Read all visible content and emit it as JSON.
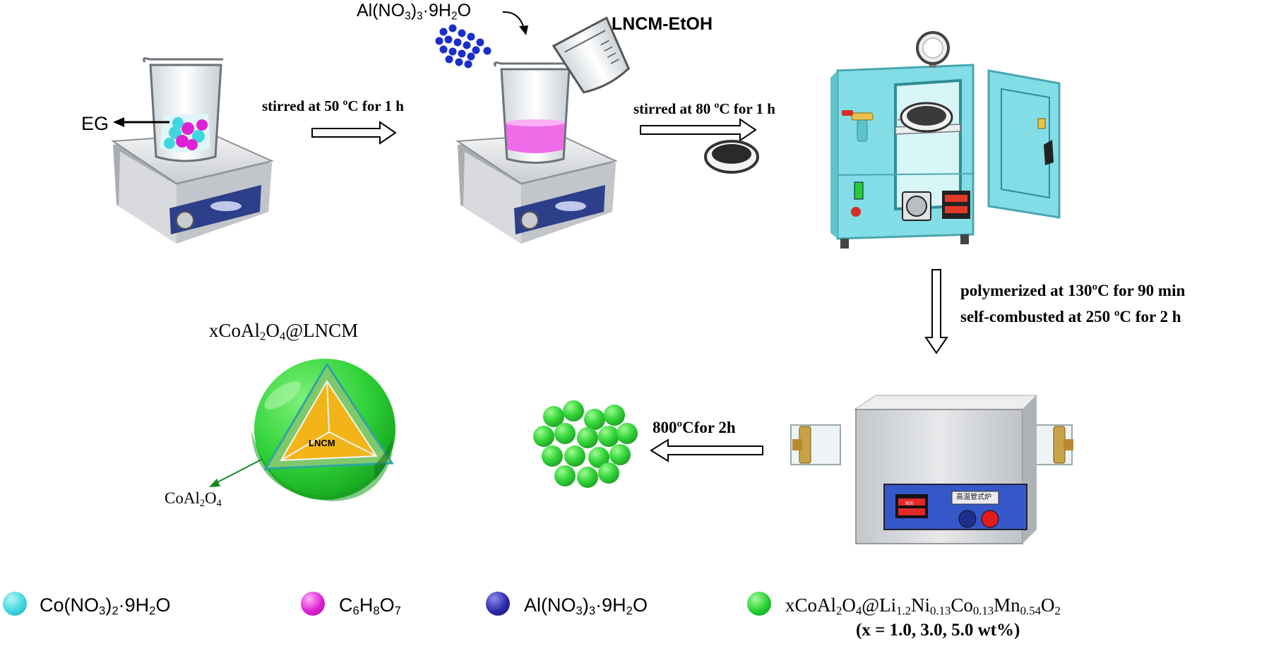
{
  "labels": {
    "eg": "EG",
    "step1": "stirred at 50 ºC for 1 h",
    "al_reagent": {
      "p1": "Al(NO",
      "s1": "3",
      "p2": ")",
      "s2": "3",
      "p3": "·9H",
      "s3": "2",
      "p4": "O"
    },
    "lncm_etoh": "LNCM-EtOH",
    "step2": "stirred at 80 ºC for 1 h",
    "step3_line1": "polymerized at 130ºC for 90 min",
    "step3_line2": "self-combusted at 250 ºC for 2 h",
    "step4": "800ºCfor 2h",
    "product": {
      "p1": "xCoAl",
      "s1": "2",
      "p2": "O",
      "s2": "4",
      "p3": "@LNCM"
    },
    "core": "LNCM",
    "shell": {
      "p1": "CoAl",
      "s1": "2",
      "p2": "O",
      "s2": "4"
    },
    "furnace_display": "800",
    "furnace_plate": "高温管式炉"
  },
  "legend": [
    {
      "color": "#3fd6e0",
      "parts": [
        {
          "t": "Co(NO"
        },
        {
          "t": "3",
          "sub": true
        },
        {
          "t": ")"
        },
        {
          "t": "2",
          "sub": true
        },
        {
          "t": "·9H"
        },
        {
          "t": "2",
          "sub": true
        },
        {
          "t": "O"
        }
      ]
    },
    {
      "color": "#e020d6",
      "parts": [
        {
          "t": "C"
        },
        {
          "t": "6",
          "sub": true
        },
        {
          "t": "H"
        },
        {
          "t": "8",
          "sub": true
        },
        {
          "t": "O"
        },
        {
          "t": "7",
          "sub": true
        }
      ]
    },
    {
      "color": "#2a2aa8",
      "parts": [
        {
          "t": "Al(NO"
        },
        {
          "t": "3",
          "sub": true
        },
        {
          "t": ")"
        },
        {
          "t": "3",
          "sub": true
        },
        {
          "t": "·9H"
        },
        {
          "t": "2",
          "sub": true
        },
        {
          "t": "O"
        }
      ]
    },
    {
      "color": "#22d030",
      "parts": [
        {
          "t": "xCoAl"
        },
        {
          "t": "2",
          "sub": true
        },
        {
          "t": "O"
        },
        {
          "t": "4",
          "sub": true
        },
        {
          "t": "@Li"
        },
        {
          "t": "1.2",
          "sub": true
        },
        {
          "t": "Ni"
        },
        {
          "t": "0.13",
          "sub": true
        },
        {
          "t": "Co"
        },
        {
          "t": "0.13",
          "sub": true
        },
        {
          "t": "Mn"
        },
        {
          "t": "0.54",
          "sub": true
        },
        {
          "t": "O"
        },
        {
          "t": "2",
          "sub": true
        }
      ],
      "note": "(x = 1.0, 3.0, 5.0 wt%)"
    }
  ],
  "colors": {
    "cobalt_nitrate": "#3fd6e0",
    "citric_acid": "#e020d6",
    "aluminium_nitrate": "#2a2aa8",
    "product": "#22d030",
    "lncm_core": "#f2b418",
    "oven": "#7fe0ea",
    "furnace_body": "#d4d6d9",
    "furnace_panel": "#3557c8"
  }
}
